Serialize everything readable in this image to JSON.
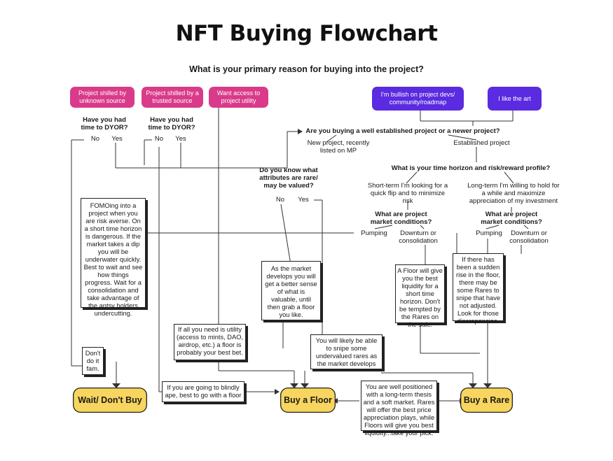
{
  "title": "NFT Buying Flowchart",
  "subtitle": "What is your primary reason for buying into the project?",
  "reasons": {
    "unknown_source": "Project shilled by unknown source",
    "trusted_source": "Project shilled by a trusted source",
    "utility": "Want access to project utility",
    "bullish": "I'm bullish on project devs/ community/roadmap",
    "art": "I like the art"
  },
  "questions": {
    "dyor_1": "Have you had time to DYOR?",
    "dyor_2": "Have you had time to DYOR?",
    "established": "Are you buying a well established project or a newer project?",
    "rare_attr": "Do you know what attributes are rare/ may be valued?",
    "horizon": "What is your time horizon and risk/reward profile?",
    "market_1": "What are project market conditions?",
    "market_2": "What are project market conditions?"
  },
  "answers": {
    "no_1": "No",
    "yes_1": "Yes",
    "no_2": "No",
    "yes_2": "Yes",
    "new_project": "New project, recently listed on MP",
    "established_project": "Established project",
    "no_3": "No",
    "yes_3": "Yes",
    "short_term": "Short-term I'm looking for a quick flip and to minimize risk",
    "long_term": "Long-term I'm willing to hold for a while and maximize appreciation of my investment",
    "pumping_1": "Pumping",
    "downturn_1": "Downturn or consolidation",
    "pumping_2": "Pumping",
    "downturn_2": "Downturn or consolidation"
  },
  "notes": {
    "fomo": "FOMOing into a project when you are risk averse. On a short time horizon is dangerous. If the market takes a dip you will be underwater quickly. Best to wait and see how things progress. Wait for a consolidation and take advantage of the antsy holders undercutting.",
    "dont": "Don't do it fam.",
    "blindly": "If you are going to blindly ape, best to go with a floor",
    "utility_note": "If all you need is utility (access to mints, DAO, airdrop, etc.) a floor is probably your best bet.",
    "market_develops": "As the market develops you will get a better sense of what is valuable, until then grab a floor you like.",
    "snipe": "You will likely be able to snipe some undervalued rares as the market develops",
    "floor_liquidity": "A Floor will give you the best liquidity for a short time horizon. Don't be tempted by the Rares on the sale.",
    "sudden_rise": "If there has been a sudden rise in the floor, there may be some Rares to snipe that have not adjusted. Look for those discrepencies.",
    "long_thesis": "You are well positioned with a long-term thesis and a soft market. Rares will offer the best price appreciation plays, while Floors will give you best liquidity...take your pick."
  },
  "outcomes": {
    "wait": "Wait/ Don't Buy",
    "floor": "Buy a Floor",
    "rare": "Buy a Rare"
  },
  "colors": {
    "pink": "#d93b8a",
    "purple": "#5a2be0",
    "outcome": "#f7d55e"
  }
}
